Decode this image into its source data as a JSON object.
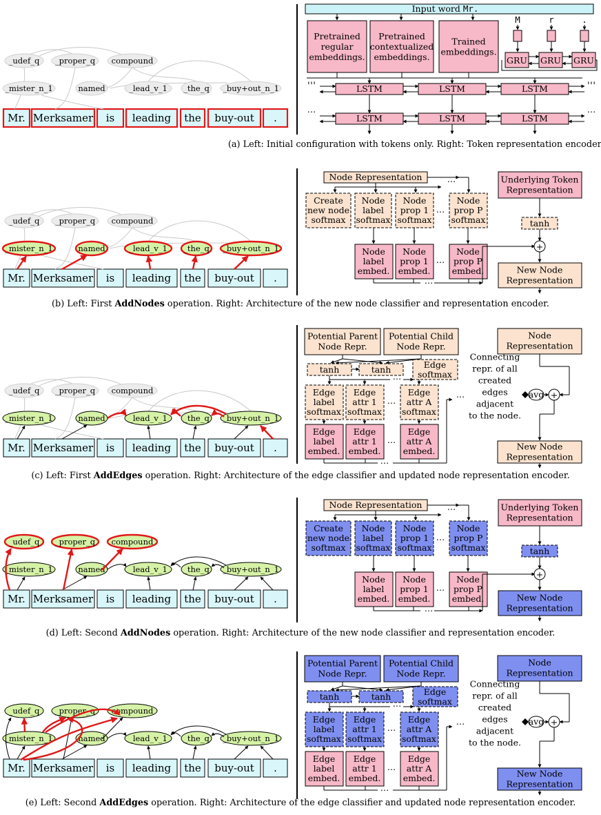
{
  "colors": {
    "token_fill": "#d9f7fb",
    "pink": "#f7b8c8",
    "peach": "#fbe3cf",
    "blue": "#7f8ff0",
    "green": "#d5f2a6",
    "grey": "#ececec",
    "red": "#e01818",
    "input_fill": "#ccf3f8"
  },
  "tokens": [
    "Mr.",
    "Merksamer",
    "is",
    "leading",
    "the",
    "buy-out",
    "."
  ],
  "nodes": {
    "udef_q": "_udef_q",
    "proper_q": "_proper_q",
    "compound": "compound",
    "mister": "_mister_n_1",
    "named": "named",
    "lead": "_lead_v_1",
    "the_q": "_the_q",
    "buyout": "_buy+out_n_1"
  },
  "panel_a": {
    "input_word": "Input word ",
    "input_word_mono": "Mr.",
    "pretrained_regular": [
      "Pretrained",
      "regular",
      "embeddings."
    ],
    "pretrained_ctx": [
      "Pretrained",
      "contextualized",
      "embeddings."
    ],
    "trained": [
      "Trained",
      "embeddings."
    ],
    "chars": [
      "M",
      "r",
      "."
    ],
    "gru": "GRU",
    "lstm": "LSTM",
    "ellipsis": "⋯",
    "caption": "(a) Left: Initial configuration with tokens only. Right: Token representation encoder architecture."
  },
  "panel_b": {
    "node_repr": "Node Representation",
    "create": [
      "Create",
      "new node",
      "softmax"
    ],
    "label_soft": [
      "Node",
      "label",
      "softmax"
    ],
    "prop1_soft": [
      "Node",
      "prop 1",
      "softmax"
    ],
    "propP_soft": [
      "Node",
      "prop P",
      "softmax"
    ],
    "label_emb": [
      "Node",
      "label",
      "embed."
    ],
    "prop1_emb": [
      "Node",
      "prop 1",
      "embed."
    ],
    "propP_emb": [
      "Node",
      "prop P",
      "embed."
    ],
    "underlying": [
      "Underlying Token",
      "Representation"
    ],
    "tanh": "tanh",
    "plus": "+",
    "new_node": [
      "New Node",
      "Representation"
    ],
    "caption_pre": "(b) Left: First ",
    "caption_bold": "AddNodes",
    "caption_post": " operation. Right: Architecture of the new node classifier and representation encoder."
  },
  "panel_c": {
    "parent": [
      "Potential Parent",
      "Node Repr."
    ],
    "child": [
      "Potential Child",
      "Node Repr."
    ],
    "tanh": "tanh",
    "edge_soft": [
      "Edge",
      "softmax"
    ],
    "label_soft": [
      "Edge",
      "label",
      "softmax"
    ],
    "attr1_soft": [
      "Edge",
      "attr 1",
      "softmax"
    ],
    "attrA_soft": [
      "Edge",
      "attr A",
      "softmax"
    ],
    "label_emb": [
      "Edge",
      "label",
      "embed."
    ],
    "attr1_emb": [
      "Edge",
      "attr 1",
      "embed."
    ],
    "attrA_emb": [
      "Edge",
      "attr A",
      "embed."
    ],
    "connecting": [
      "Connecting",
      "repr. of all",
      "created",
      "edges",
      "adjacent",
      "to the node."
    ],
    "avg": "avg",
    "node_repr": [
      "Node",
      "Representation"
    ],
    "new_node": [
      "New Node",
      "Representation"
    ],
    "caption_pre": "(c) Left: First ",
    "caption_bold": "AddEdges",
    "caption_post": " operation. Right: Architecture of the edge classifier and updated node representation encoder."
  },
  "panel_d": {
    "caption_pre": "(d) Left: Second ",
    "caption_bold": "AddNodes",
    "caption_post": " operation. Right: Architecture of the new node classifier and representation encoder."
  },
  "panel_e": {
    "caption_pre": "(e) Left: Second ",
    "caption_bold": "AddEdges",
    "caption_post": " operation. Right: Architecture of the edge classifier and updated node representation encoder."
  }
}
